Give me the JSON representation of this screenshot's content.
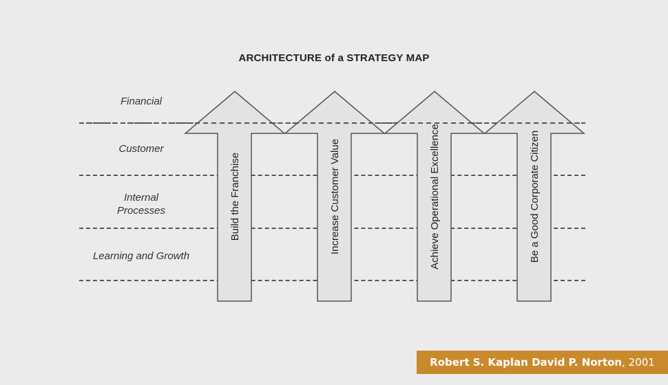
{
  "title": "ARCHITECTURE of a STRATEGY MAP",
  "layers": [
    {
      "label": "Financial"
    },
    {
      "label": "Customer"
    },
    {
      "label": "Internal\nProcesses"
    },
    {
      "label": "Learning and Growth"
    }
  ],
  "arrows": [
    {
      "label": "Build the Franchise"
    },
    {
      "label": "Increase Customer Value"
    },
    {
      "label": "Achieve Operational Excellence"
    },
    {
      "label": "Be a Good Corporate Citizen"
    }
  ],
  "footer": {
    "authors": "Robert S. Kaplan David P. Norton",
    "year": ", 2001"
  },
  "colors": {
    "background": "#ebebeb",
    "arrow_fill": "#e3e3e3",
    "arrow_stroke": "#555555",
    "footer_bg": "#c98a2c"
  }
}
